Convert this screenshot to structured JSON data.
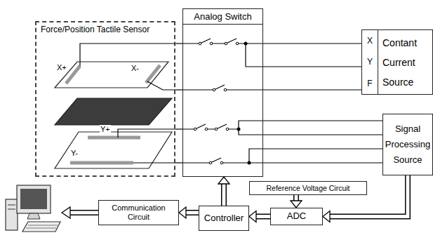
{
  "diagram": {
    "nodes": [
      {
        "text": [
          "Force/Position Tactile Sensor"
        ]
      },
      {
        "text": [
          "Analog Switch"
        ]
      },
      {
        "text": [
          "X",
          "Y",
          "F",
          "Contant Current Source"
        ]
      },
      {
        "text": [
          "Signal Processing Source"
        ]
      },
      {
        "text": [
          "Reference Voltage Circuit"
        ]
      },
      {
        "text": [
          "ADC"
        ]
      },
      {
        "text": [
          "Controller"
        ]
      },
      {
        "text": [
          "Communication Circuit"
        ]
      }
    ],
    "edges": [
      {
        "from": 0,
        "to": 1,
        "arrow": "none"
      },
      {
        "from": 0,
        "to": 1,
        "arrow": "none"
      },
      {
        "from": 0,
        "to": 1,
        "arrow": "none"
      },
      {
        "from": 0,
        "to": 1,
        "arrow": "none"
      },
      {
        "from": 1,
        "to": 2,
        "arrow": "none"
      },
      {
        "from": 1,
        "to": 2,
        "arrow": "none"
      },
      {
        "from": 1,
        "to": 2,
        "arrow": "none"
      },
      {
        "from": 1,
        "to": 3,
        "arrow": "none"
      },
      {
        "from": 1,
        "to": 3,
        "arrow": "none"
      },
      {
        "from": 1,
        "to": 3,
        "arrow": "none"
      },
      {
        "from": 1,
        "to": 3,
        "arrow": "none"
      },
      {
        "from": 4,
        "to": 5,
        "arrow": "to"
      },
      {
        "from": 3,
        "to": 5,
        "arrow": "to"
      },
      {
        "from": 5,
        "to": 6,
        "arrow": "to"
      },
      {
        "from": 6,
        "to": 1,
        "arrow": "to"
      },
      {
        "from": 6,
        "to": 7,
        "arrow": "to"
      }
    ],
    "labels": [
      "X+",
      "X-",
      "Y+",
      "Y-"
    ]
  }
}
